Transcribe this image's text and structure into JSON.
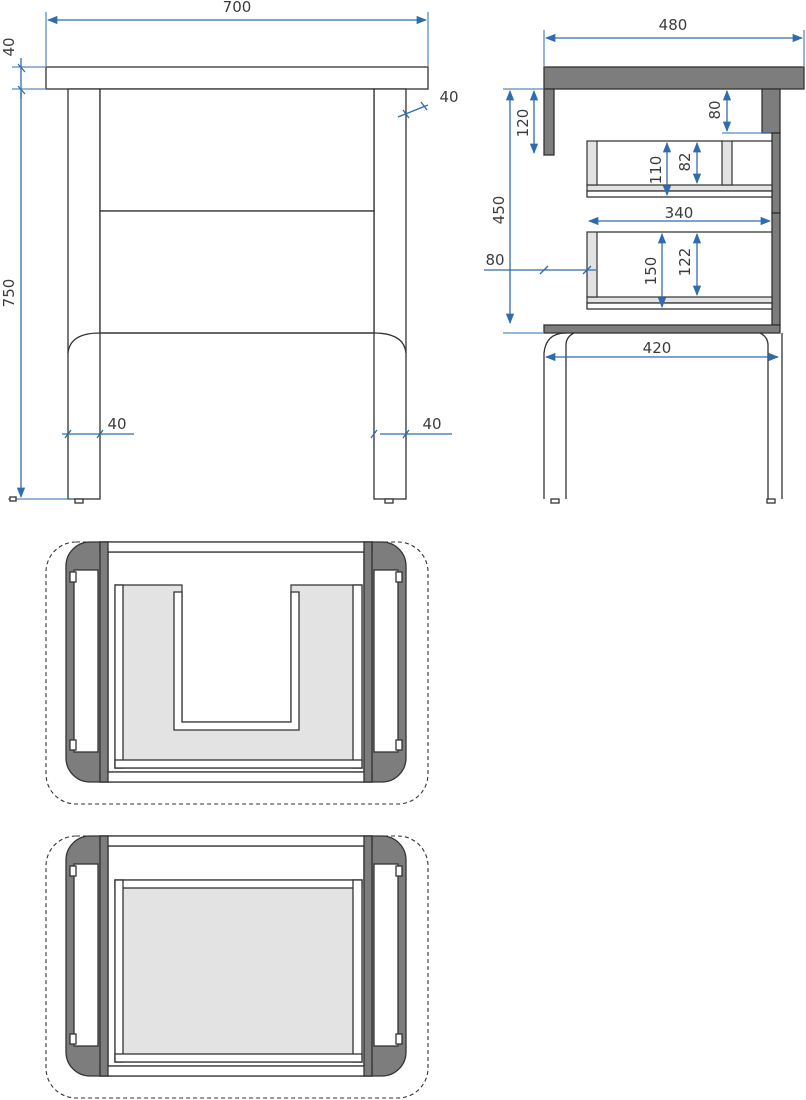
{
  "front_view": {
    "width_label": "700",
    "top_thickness_label": "40",
    "height_label": "750",
    "right_leg_label": "40",
    "bottom_left_leg_label": "40",
    "bottom_right_leg_label": "40"
  },
  "side_view": {
    "depth_label": "480",
    "panel_label": "120",
    "upper_gap_label": "80",
    "drawer_outer_label": "110",
    "drawer_inner_label": "82",
    "body_height_label": "450",
    "drawer_width_label": "340",
    "inset_label": "80",
    "lower_outer_label": "150",
    "lower_inner_label": "122",
    "leg_span_label": "420"
  },
  "colors": {
    "outline": "#333333",
    "dimension": "#2f6cae",
    "panel_gray": "#7d7d7d",
    "shelf_fill": "#e3e3e3"
  }
}
